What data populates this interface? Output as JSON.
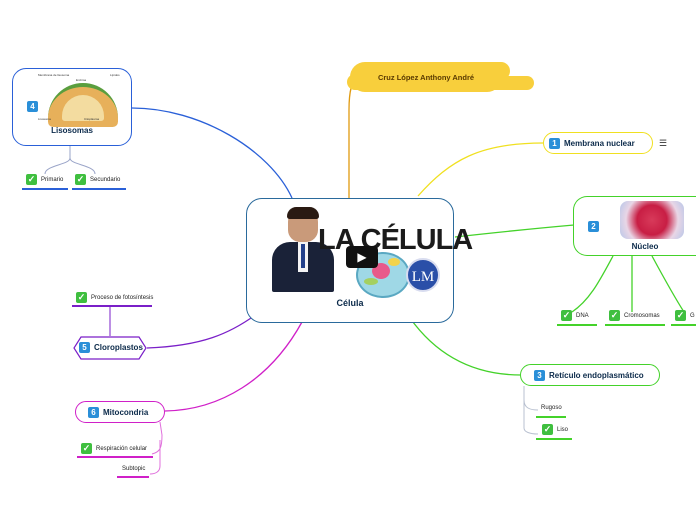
{
  "central": {
    "title": "Célula",
    "banner_text": "LA CÉLULA",
    "logo_text": "LM"
  },
  "author": {
    "label": "Cruz López Anthony André"
  },
  "topics": {
    "lisosomas": {
      "num": "4",
      "label": "Lisosomas",
      "image_labels": [
        "Membrana de lisosoma",
        "Lípidos",
        "Enzima",
        "Lisosoma",
        "Citoplasma"
      ]
    },
    "membrana": {
      "num": "1",
      "label": "Membrana nuclear",
      "note_icon": "☰"
    },
    "nucleo": {
      "num": "2",
      "label": "Núcleo"
    },
    "reticulo": {
      "num": "3",
      "label": "Retículo endoplasmático"
    },
    "cloroplastos": {
      "num": "5",
      "label": "Cloroplastos"
    },
    "mitocondria": {
      "num": "6",
      "label": "Mitocondria"
    }
  },
  "leaves": {
    "primario": "Primario",
    "secundario": "Secundario",
    "dna": "DNA",
    "cromosomas": "Cromosomas",
    "g": "G",
    "rugoso": "Rugoso",
    "liso": "Liso",
    "fotosintesis": "Proceso de fotosíntesis",
    "respiracion": "Respiración celular",
    "subtopic": "Subtopic"
  },
  "colors": {
    "blue": "#2a60d8",
    "orange": "#e09a10",
    "yellow": "#f0e020",
    "green": "#44d22a",
    "purple": "#7a1fc8",
    "magenta": "#d020c8",
    "cloud": "#f8cf3c"
  },
  "icons": {
    "check": "✓",
    "play": "▶"
  }
}
